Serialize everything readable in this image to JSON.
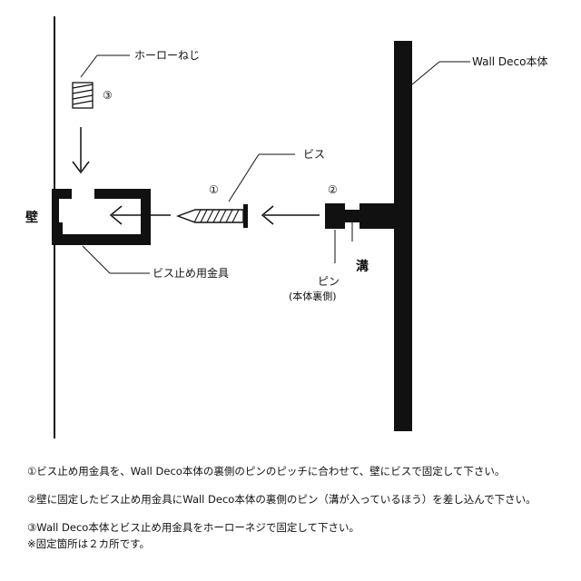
{
  "labels": {
    "screw_label": "ホーローねじ",
    "wall_deco_label": "Wall Deco本体",
    "bis_label": "ビス",
    "wall_label": "壁",
    "bracket_label": "ビス止め用金具",
    "pin_label": "ピン",
    "pin_sub_label": "(本体裏側)",
    "groove_label": "溝",
    "step1_marker": "①",
    "step2_marker": "②",
    "step3_marker": "③"
  },
  "instructions": {
    "step1": "①ビス止め用金具を、Wall Deco本体の裏側のピンのピッチに合わせて、壁にビスで固定して下さい。",
    "step2": "②壁に固定したビス止め用金具にWall Deco本体の裏側のピン（溝が入っているほう）を差し込んで下さい。",
    "step3": "③Wall Deco本体とビス止め用金具をホーローネジで固定して下さい。",
    "note": "※固定箇所は２カ所です。"
  }
}
